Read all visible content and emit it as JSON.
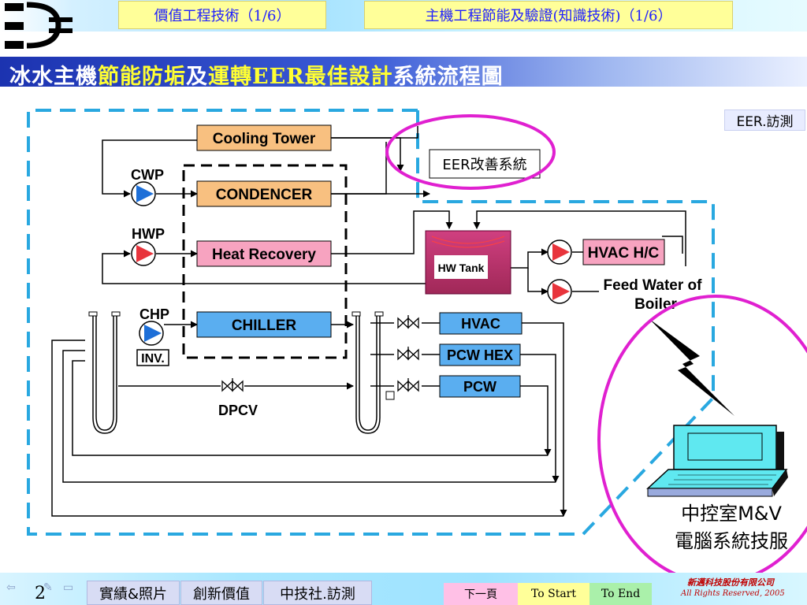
{
  "header": {
    "tab_left": "價值工程技術（1/6）",
    "tab_right": "主機工程節能及驗證(知識技術)（1/6）"
  },
  "title": {
    "part1": "冰水主機",
    "part2": "節能防垢",
    "part3": "及",
    "part4": "運轉EER最佳設計",
    "part5": "系統流程圖"
  },
  "eer_tag": "EER.訪測",
  "diagram": {
    "cooling_tower": "Cooling Tower",
    "condencer": "CONDENCER",
    "heat_recovery": "Heat Recovery",
    "chiller": "CHILLER",
    "eer_system": "EER改善系統",
    "hw_tank": "HW Tank",
    "hvac_hc": "HVAC H/C",
    "feed_water_line1": "Feed Water of",
    "feed_water_line2": "Boiler",
    "cwp": "CWP",
    "hwp": "HWP",
    "chp": "CHP",
    "inv": "INV.",
    "dpcv": "DPCV",
    "hvac": "HVAC",
    "pcw_hex": "PCW HEX",
    "pcw": "PCW",
    "control_room_line1": "中控室M&V",
    "control_room_line2": "電腦系統技服"
  },
  "colors": {
    "dashed_boundary": "#29a8e0",
    "orange_box": "#f8c080",
    "pink_box": "#f7a3c0",
    "blue_box": "#5aaef0",
    "pump_blue": "#1d6fd8",
    "pump_red": "#e8343c",
    "highlight_ellipse": "#e020d0",
    "hw_tank": "#c0306a"
  },
  "footer": {
    "page_number": "2",
    "tabs": [
      "實績&照片",
      "創新價值",
      "中技社.訪測"
    ],
    "next_page": "下一頁",
    "to_start": "To Start",
    "to_end": "To End",
    "company": "新邁科技股份有限公司",
    "copyright": "All Rights Reserved, 2005"
  }
}
